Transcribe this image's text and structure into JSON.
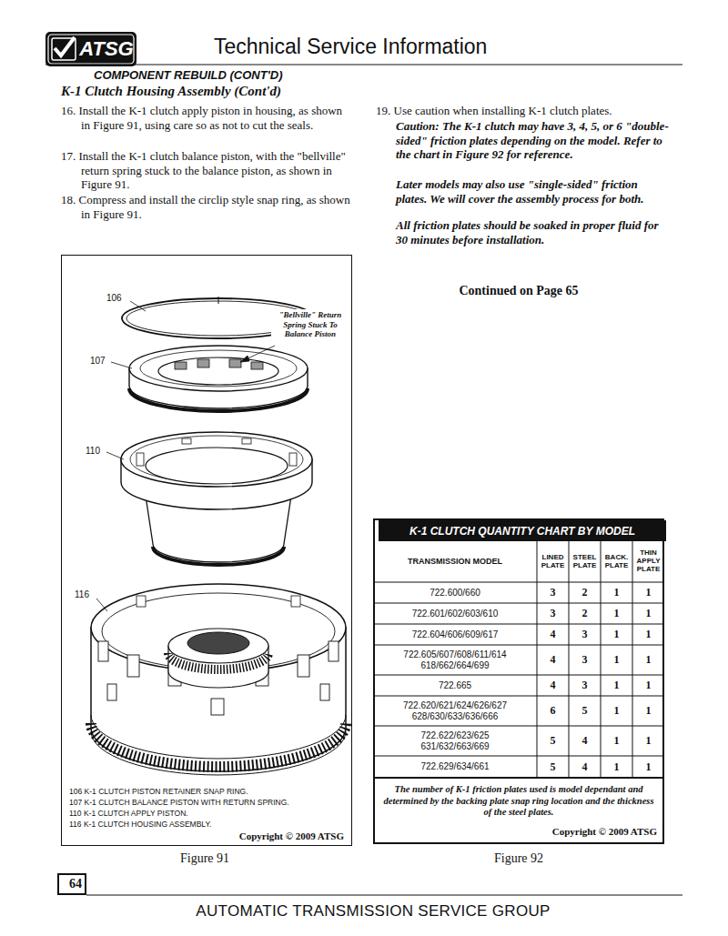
{
  "diagram": {
    "title": "Technical Service Information",
    "nodes": [
      {
        "text": [
          "ATSG"
        ]
      },
      {
        "text": [
          "106 K-1 CLUTCH PISTON RETAINER SNAP RING.",
          "107 K-1 CLUTCH BALANCE PISTON WITH RETURN SPRING.",
          "110 K-1 CLUTCH APPLY PISTON.",
          "116 K-1 CLUTCH HOUSING ASSEMBLY.",
          "Copyright © 2009 ATSG"
        ]
      },
      {
        "text": [
          "K-1 CLUTCH QUANTITY CHART BY MODEL",
          "The number of K-1 friction plates used is model dependant and determined by the backing plate snap ring location and the thickness of the steel plates.",
          "Copyright © 2009 ATSG"
        ]
      },
      {
        "text": [
          "64"
        ]
      }
    ],
    "labels": [
      "COMPONENT REBUILD (CONT'D)",
      "K-1 Clutch Housing Assembly (Cont'd)",
      "16. Install the K-1 clutch apply piston in housing, as shown in Figure 91, using care so as not to cut the seals.",
      "17. Install the K-1 clutch balance piston, with the \"bellville\" return spring stuck to the balance piston, as shown in Figure 91.",
      "18. Compress and install the circlip style snap ring, as shown in Figure 91.",
      "19. Use caution when installing K-1 clutch plates.",
      "Caution: The K-1 clutch may have 3, 4, 5, or 6 \"double-sided\" friction plates depending on the model. Refer to the chart in Figure 92 for reference.",
      "Later models may also use \"single-sided\" friction plates. We will cover the assembly process for both.",
      "All friction plates should be soaked in proper fluid for 30 minutes before installation.",
      "Continued on Page 65",
      "106",
      "\"Bellville\" Return Spring Stuck To Balance Piston",
      "107",
      "110",
      "116",
      "Figure 91",
      "Figure 92",
      "AUTOMATIC TRANSMISSION SERVICE GROUP",
      "TRANSMISSION MODEL",
      "LINED PLATE",
      "STEEL PLATE",
      "BACK. PLATE",
      "THIN APPLY PLATE",
      "722.600/660",
      "3",
      "2",
      "1",
      "1",
      "722.601/602/603/610",
      "3",
      "2",
      "1",
      "1",
      "722.604/606/609/617",
      "4",
      "3",
      "1",
      "1",
      "722.605/607/608/611/614 618/662/664/699",
      "4",
      "3",
      "1",
      "1",
      "722.665",
      "4",
      "3",
      "1",
      "1",
      "722.620/621/624/626/627 628/630/633/636/666",
      "6",
      "5",
      "1",
      "1",
      "722.622/623/625 631/632/663/669",
      "5",
      "4",
      "1",
      "1",
      "722.629/634/661",
      "5",
      "4",
      "1",
      "1"
    ]
  }
}
